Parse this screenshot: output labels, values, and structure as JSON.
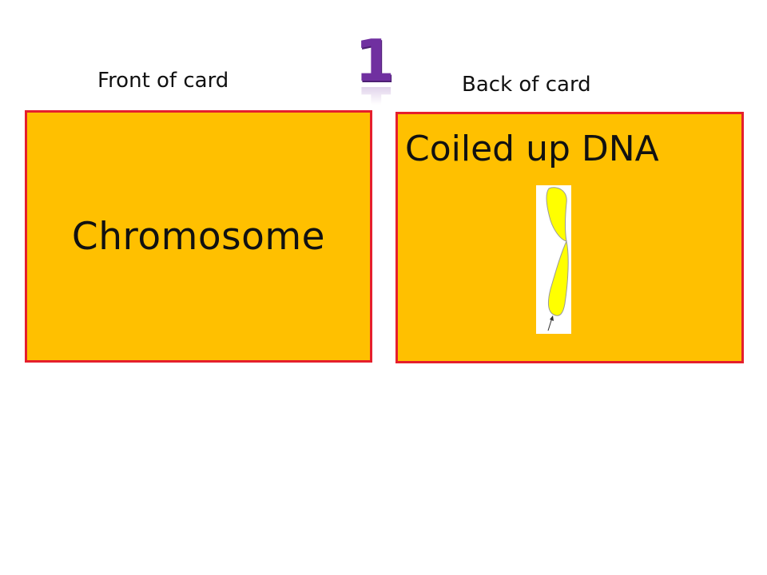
{
  "slide": {
    "number": "1",
    "front_label": "Front of card",
    "back_label": "Back of card"
  },
  "front_card": {
    "term": "Chromosome"
  },
  "back_card": {
    "definition": "Coiled up DNA",
    "image": "chromosome-illustration"
  },
  "colors": {
    "card_fill": "#ffc000",
    "card_border": "#e51f2c",
    "number": "#7030a0",
    "chromosome": "#ffff00"
  }
}
